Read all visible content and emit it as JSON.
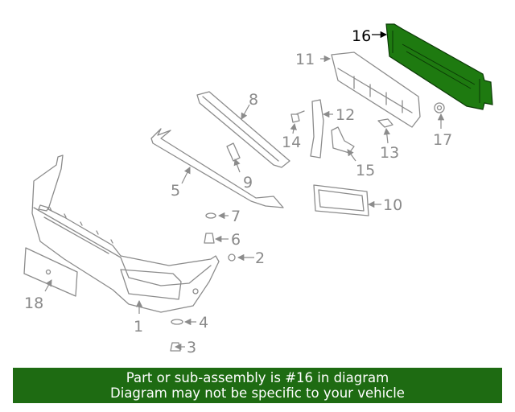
{
  "callouts": {
    "c1": "1",
    "c2": "2",
    "c3": "3",
    "c4": "4",
    "c5": "5",
    "c6": "6",
    "c7": "7",
    "c8": "8",
    "c9": "9",
    "c10": "10",
    "c11": "11",
    "c12": "12",
    "c13": "13",
    "c14": "14",
    "c15": "15",
    "c16": "16",
    "c17": "17",
    "c18": "18"
  },
  "highlight": {
    "part": "16",
    "color": "#1e7a10"
  },
  "banner": {
    "line1": "Part or sub-assembly is #16 in diagram",
    "line2": "Diagram may not be specific to your vehicle",
    "color": "#1e6b12"
  }
}
